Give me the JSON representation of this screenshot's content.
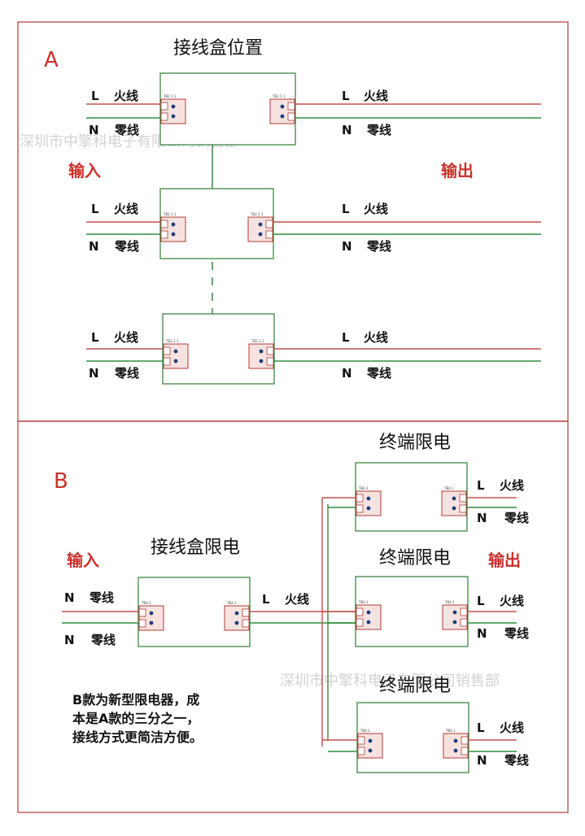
{
  "colors": {
    "frame": "#b03a35",
    "hot_wire": "#c0504d",
    "neutral_wire": "#2f8f3f",
    "box_border": "#2e7d32",
    "label_red": "#c8322c",
    "terminal_fill": "#f6e3e0",
    "terminal_border": "#b03a35",
    "pin": "#1f3e7a"
  },
  "section_a": {
    "letter": "A",
    "title": "接线盒位置",
    "input_label": "输入",
    "output_label": "输出",
    "l_label": "L",
    "n_label": "N",
    "hot_label": "火线",
    "neutral_label": "零线",
    "terminal_marks": [
      "TB2.1.1",
      "TB2.1.1"
    ]
  },
  "section_b": {
    "letter": "B",
    "box_title": "接线盒限电",
    "terminal_title": "终端限电",
    "input_label": "输入",
    "output_label": "输出",
    "l_label": "L",
    "n_label": "N",
    "hot_label": "火线",
    "neutral_label": "零线",
    "terminal_marks": [
      "TB4.1",
      "TB4.1"
    ],
    "note_lines": [
      "B款为新型限电器，成",
      "本是A款的三分之一，",
      "接线方式更简洁方便。"
    ]
  },
  "watermark": "深圳市中擎科电子有限公司销售部"
}
